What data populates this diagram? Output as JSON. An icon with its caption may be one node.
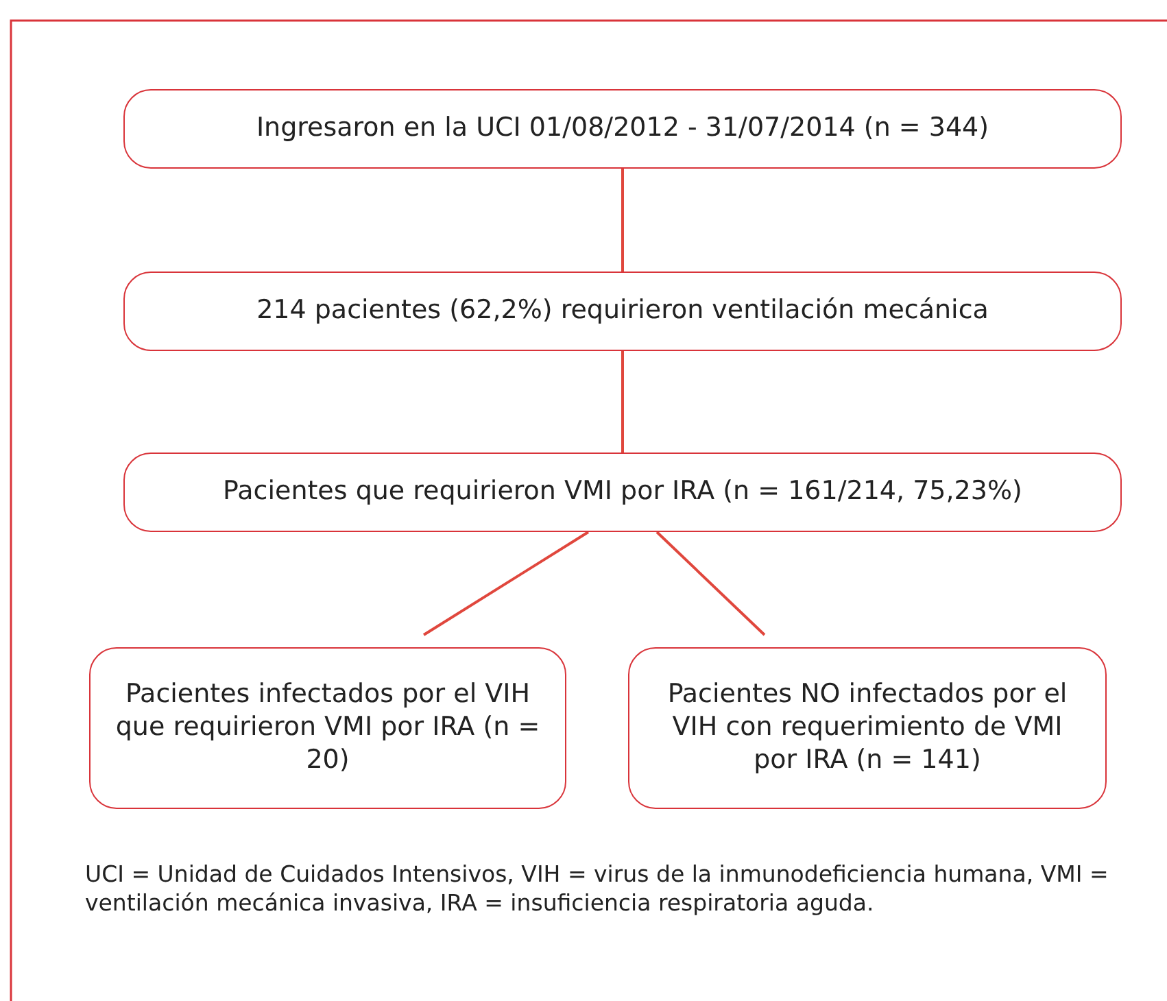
{
  "diagram": {
    "caption": "UCI = Unidad de Cuidados Intensivos, VIH = virus de la inmunodeficiencia humana, VMI = ventilación mecánica invasiva, IRA = insuficiencia respiratoria aguda.",
    "nodes": [
      {
        "text": [
          "Ingresaron en la UCI 01/08/2012 - 31/07/2014 (n = 344)"
        ]
      },
      {
        "text": [
          "214 pacientes (62,2%) requirieron ventilación mecánica"
        ]
      },
      {
        "text": [
          "Pacientes que requirieron VMI por IRA (n = 161/214, 75,23%)"
        ]
      },
      {
        "text": [
          "Pacientes infectados por el VIH que requirieron VMI por IRA (n = 20)"
        ]
      },
      {
        "text": [
          "Pacientes NO infectados por el VIH con requerimiento de VMI por IRA (n = 141)"
        ]
      }
    ],
    "edges": [
      {
        "from": 0,
        "to": 1,
        "arrow": "none"
      },
      {
        "from": 1,
        "to": 2,
        "arrow": "none"
      },
      {
        "from": 2,
        "to": 3,
        "arrow": "none"
      },
      {
        "from": 2,
        "to": 4,
        "arrow": "none"
      }
    ]
  }
}
